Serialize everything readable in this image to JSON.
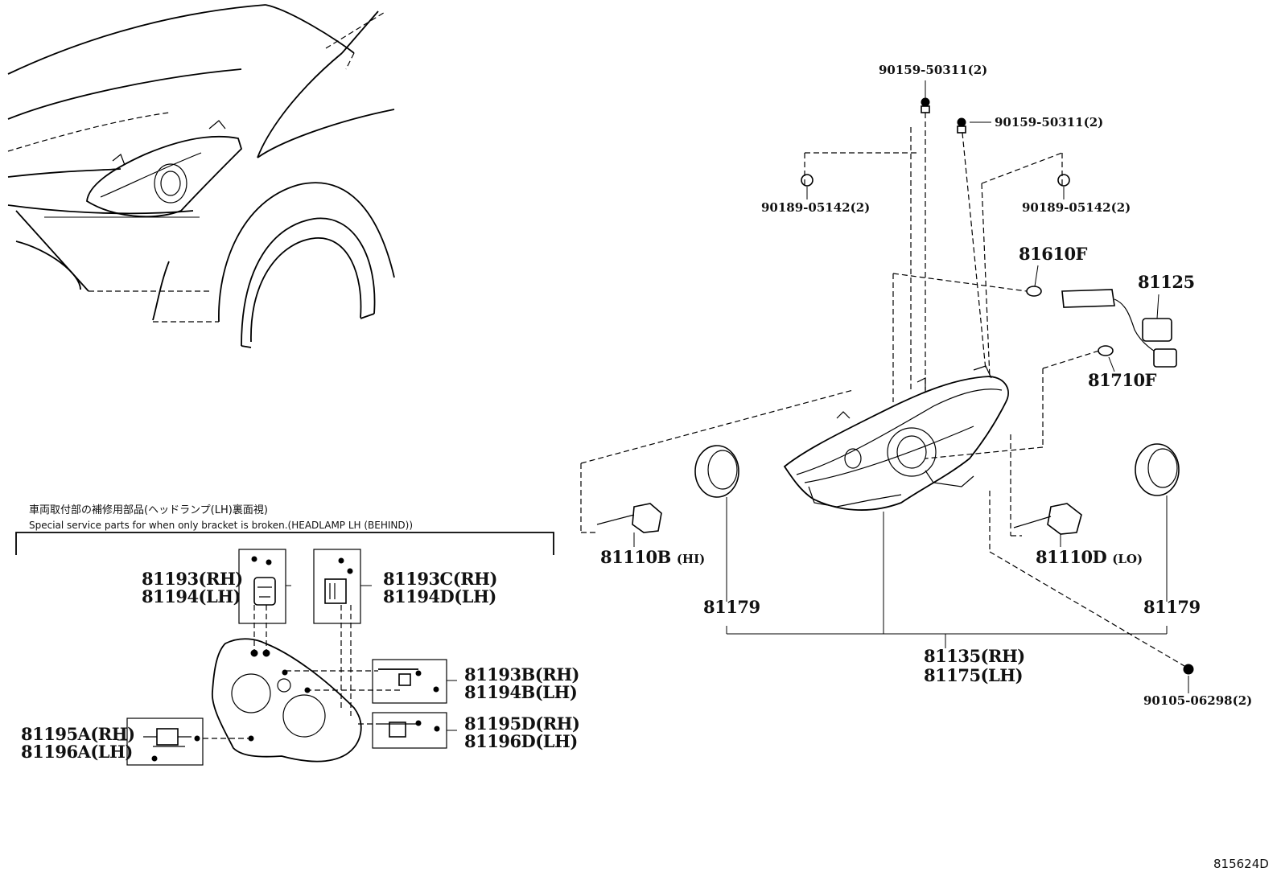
{
  "diagram_id": "815624D",
  "inset_note": {
    "jp": "車両取付部の補修用部品(ヘッドランプ(LH)裏面視)",
    "en": "Special service parts for when only bracket is broken.(HEADLAMP LH (BEHIND))"
  },
  "labels": {
    "p90159_top": "90159-50311(2)",
    "p90159_right": "90159-50311(2)",
    "p90189_left": "90189-05142(2)",
    "p90189_right": "90189-05142(2)",
    "p81610F": "81610F",
    "p81125": "81125",
    "p81710F": "81710F",
    "p81110B": "81110B",
    "p81110B_sfx": "(HI)",
    "p81110D": "81110D",
    "p81110D_sfx": "(LO)",
    "p81179_left": "81179",
    "p81179_right": "81179",
    "p81135": "81135(RH)",
    "p81175": "81175(LH)",
    "p90105": "90105-06298(2)",
    "p81193": "81193(RH)",
    "p81194": "81194(LH)",
    "p81193C": "81193C(RH)",
    "p81194D": "81194D(LH)",
    "p81193B": "81193B(RH)",
    "p81194B": "81194B(LH)",
    "p81195D": "81195D(RH)",
    "p81196D": "81196D(LH)",
    "p81195A": "81195A(RH)",
    "p81196A": "81196A(LH)"
  }
}
